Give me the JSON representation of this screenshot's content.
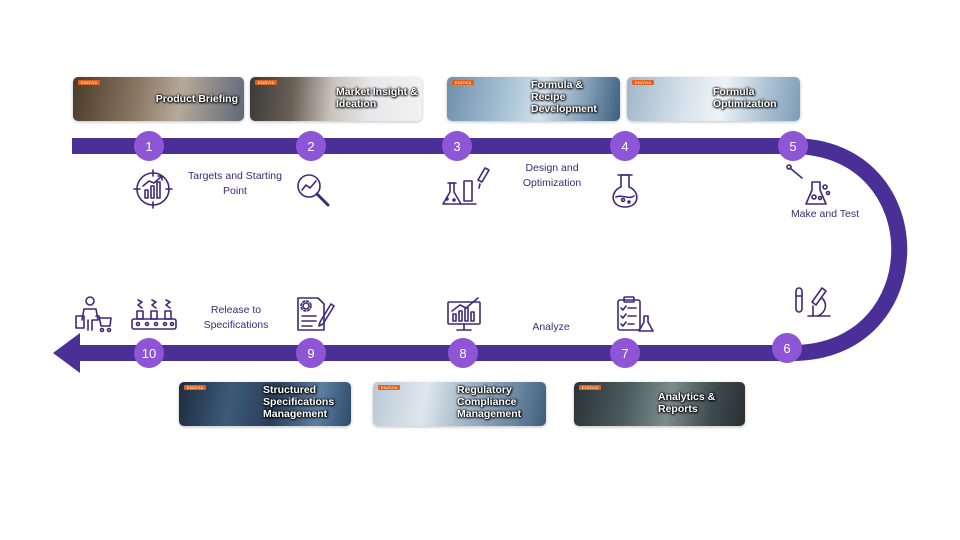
{
  "colors": {
    "track": "#4a2f96",
    "circle": "#8e56d6",
    "icon": "#3b2a7a",
    "logo": "#e2621b"
  },
  "steps": [
    "1",
    "2",
    "3",
    "4",
    "5",
    "6",
    "7",
    "8",
    "9",
    "10"
  ],
  "cards": {
    "product_briefing": "Product Briefing",
    "market_insight": "Market Insight & Ideation",
    "formula_recipe": "Formula & Recipe Development",
    "formula_optimization": "Formula Optimization",
    "analytics_reports": "Analytics & Reports",
    "regulatory_compliance": "Regulatory Compliance Management",
    "structured_specs": "Structured Specifications Management"
  },
  "card_logo": "ENOVIA",
  "phases": {
    "targets": "Targets and Starting Point",
    "design": "Design and Optimization",
    "make_test": "Make and Test",
    "analyze": "Analyze",
    "release": "Release to Specifications"
  },
  "icons": {
    "step1": "target-growth-chart-icon",
    "step2": "magnifier-trend-icon",
    "step3": "lab-glassware-icon",
    "step4": "flask-icon",
    "step5": "lab-dropper-beaker-icon",
    "step6": "microscope-test-tube-icon",
    "step7": "clipboard-checklist-icon",
    "step8": "monitor-chart-icon",
    "step9": "specification-document-icon",
    "step10a": "production-line-icon",
    "step10b": "shopper-cart-icon"
  }
}
